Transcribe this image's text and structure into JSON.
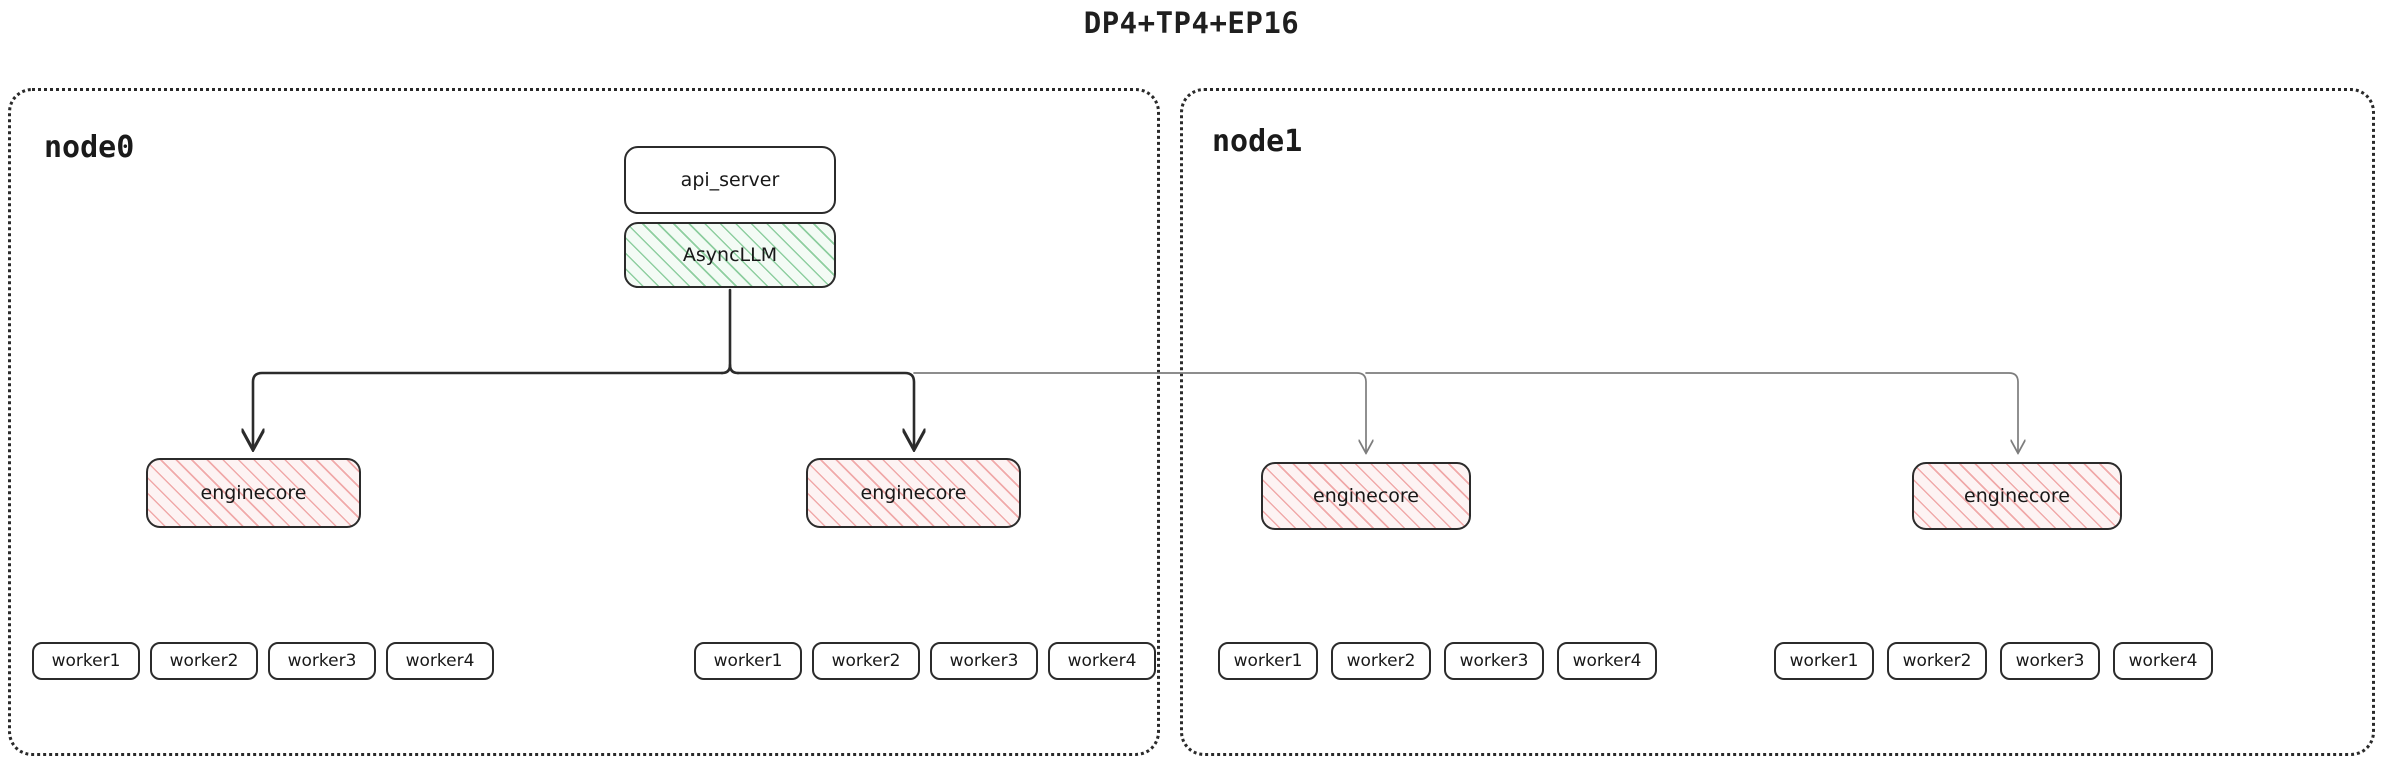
{
  "title": "DP4+TP4+EP16",
  "colors": {
    "stroke_dark": "#2b2b2b",
    "stroke_light": "#7d7d7d",
    "hatch_green": "#3caa5a",
    "hatch_red": "#e87878",
    "fill_green": "#f3fbf5",
    "fill_red": "#fdf3f3",
    "text": "#181818",
    "node_border": "#2a2a2a"
  },
  "nodes": [
    {
      "id": "node0",
      "label": "node0",
      "frontend": {
        "api_server": "api_server",
        "async_llm": "AsyncLLM"
      },
      "engines": [
        {
          "label": "enginecore",
          "workers": [
            "worker1",
            "worker2",
            "worker3",
            "worker4"
          ]
        },
        {
          "label": "enginecore",
          "workers": [
            "worker1",
            "worker2",
            "worker3",
            "worker4"
          ]
        }
      ]
    },
    {
      "id": "node1",
      "label": "node1",
      "frontend": null,
      "engines": [
        {
          "label": "enginecore",
          "workers": [
            "worker1",
            "worker2",
            "worker3",
            "worker4"
          ]
        },
        {
          "label": "enginecore",
          "workers": [
            "worker1",
            "worker2",
            "worker3",
            "worker4"
          ]
        }
      ]
    }
  ],
  "edges": {
    "local_count": 2,
    "remote_count": 2,
    "style_local": "solid-dark-arrow",
    "style_remote": "solid-light-arrow"
  }
}
